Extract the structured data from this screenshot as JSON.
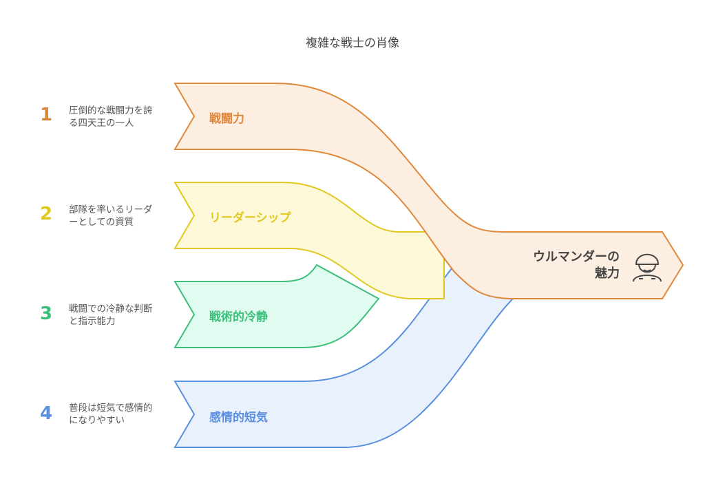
{
  "title": "複雑な戦士の肖像",
  "center": {
    "line1": "ウルマンダーの",
    "line2": "魅力",
    "icon": "soldier-icon"
  },
  "items": [
    {
      "number": "1",
      "label": "戦闘力",
      "desc1": "圧倒的な戦闘力を誇",
      "desc2": "る四天王の一人",
      "color": "#e0883a",
      "fill": "#fdeee2"
    },
    {
      "number": "2",
      "label": "リーダーシップ",
      "desc1": "部隊を率いるリーダ",
      "desc2": "ーとしての資質",
      "color": "#e0c820",
      "fill": "#fdf8d8"
    },
    {
      "number": "3",
      "label": "戦術的冷静",
      "desc1": "戦闘での冷静な判断",
      "desc2": "と指示能力",
      "color": "#3cbf7a",
      "fill": "#e0fbef"
    },
    {
      "number": "4",
      "label": "感情的短気",
      "desc1": "普段は短気で感情的",
      "desc2": "になりやすい",
      "color": "#5a8fe0",
      "fill": "#e9f1fd"
    }
  ]
}
